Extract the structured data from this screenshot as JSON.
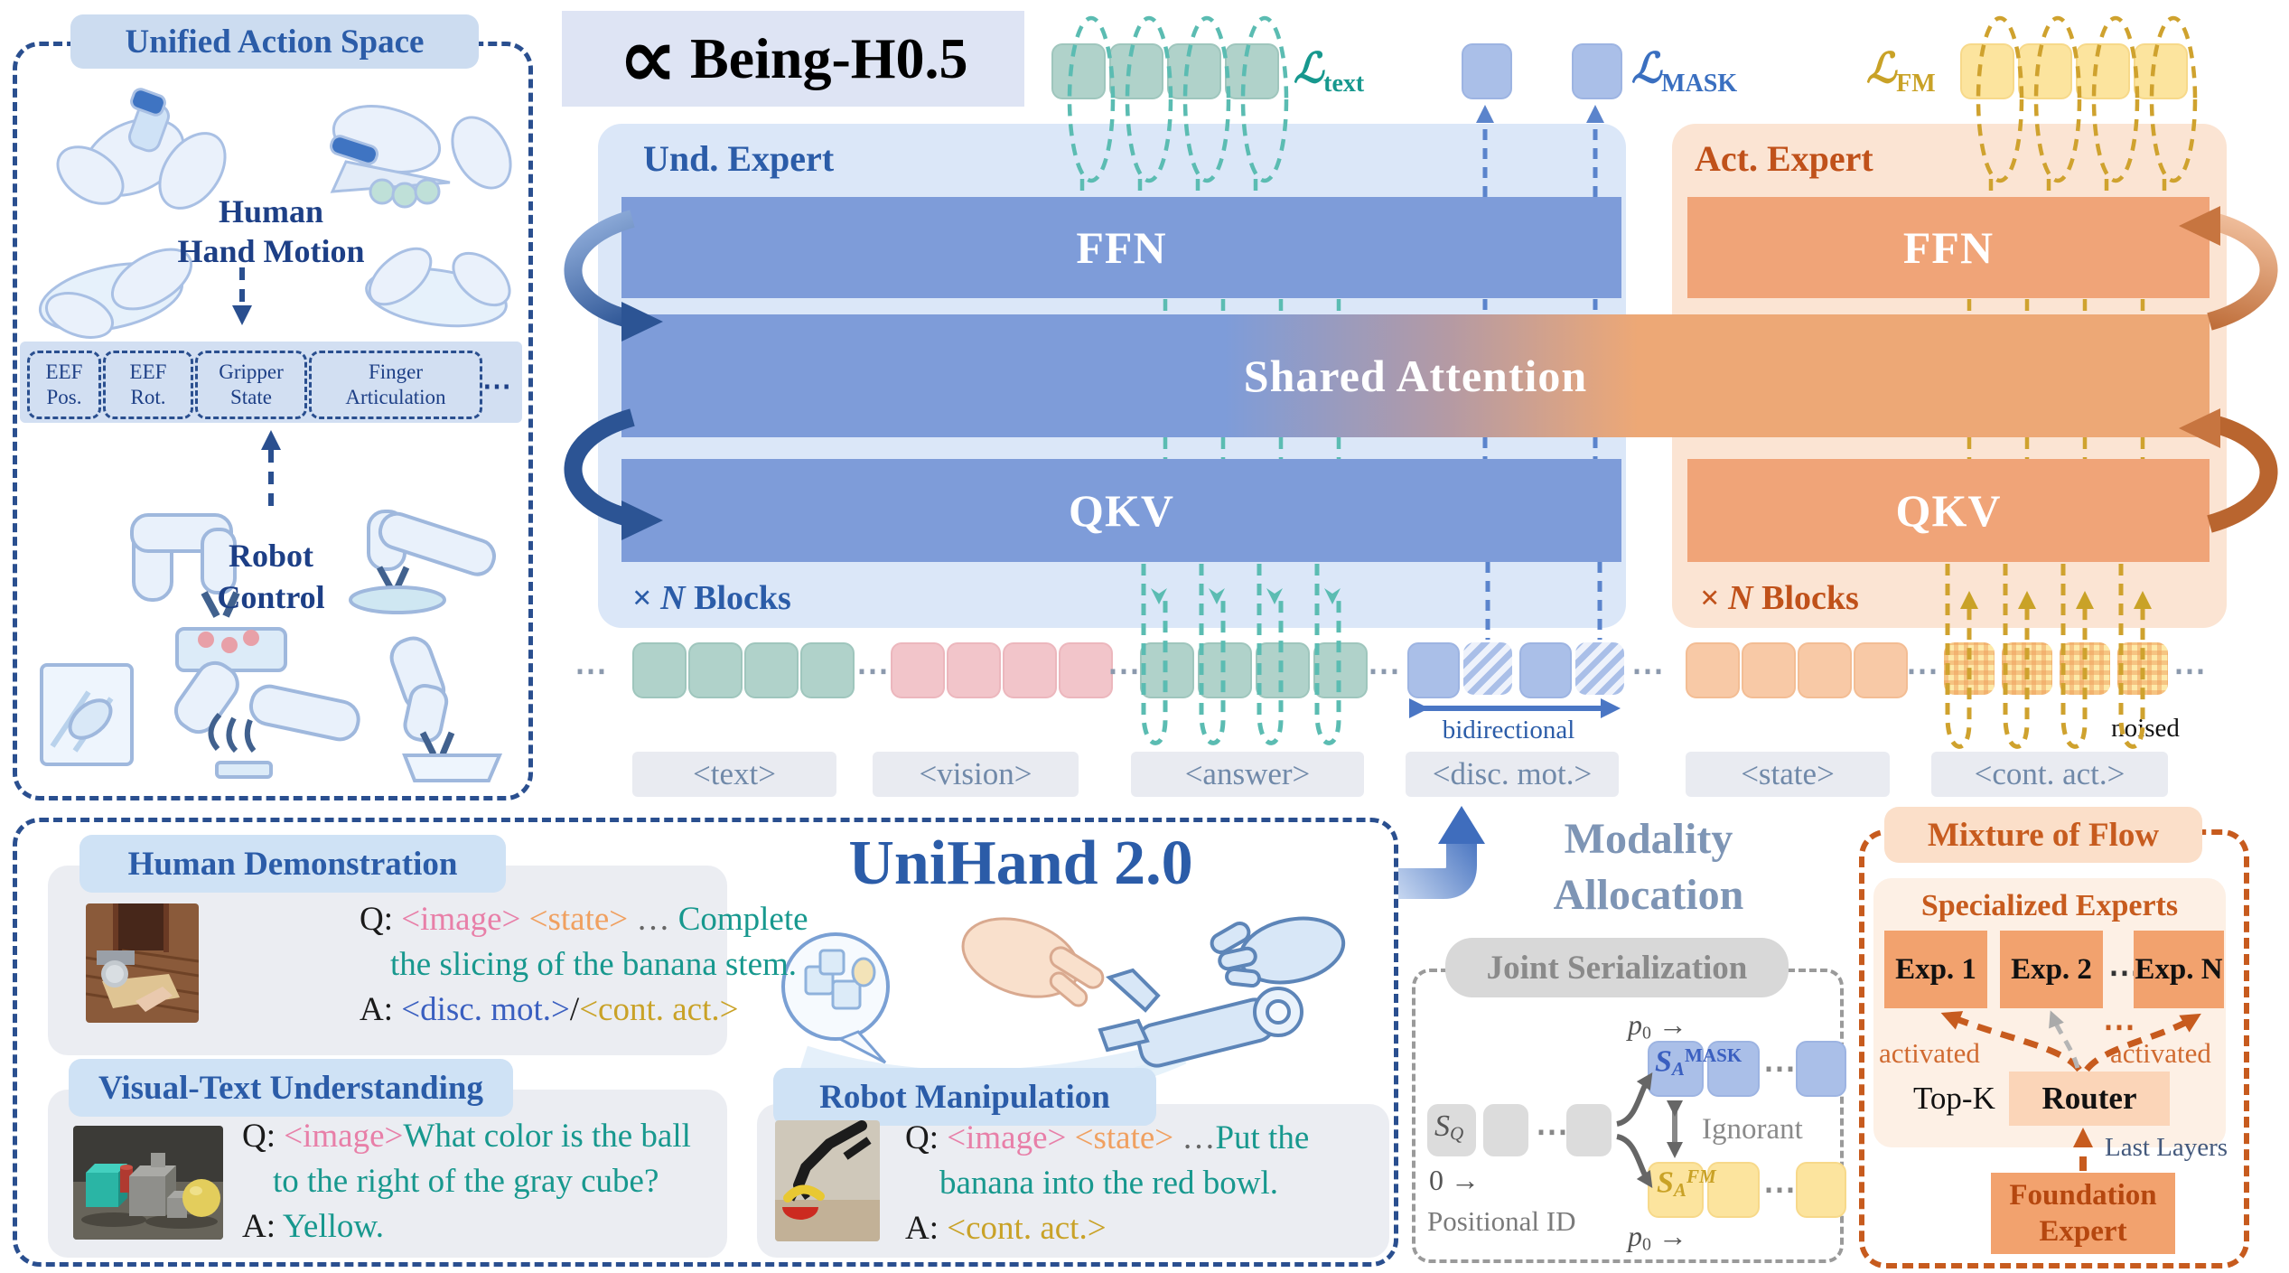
{
  "header": {
    "logo_glyph": "∝",
    "title": "Being-H0.5"
  },
  "left_panel": {
    "title": "Unified Action Space",
    "human_line1": "Human",
    "human_line2": "Hand Motion",
    "action_boxes": [
      {
        "l1": "EEF",
        "l2": "Pos."
      },
      {
        "l1": "EEF",
        "l2": "Rot."
      },
      {
        "l1": "Gripper",
        "l2": "State"
      },
      {
        "l1": "Finger",
        "l2": "Articulation"
      }
    ],
    "ellipsis": "⋯",
    "robot_line1": "Robot",
    "robot_line2": "Control"
  },
  "experts": {
    "und_label": "Und. Expert",
    "act_label": "Act. Expert",
    "ffn": "FFN",
    "qkv": "QKV",
    "shared": "Shared Attention",
    "times": "×",
    "n": "N",
    "blocks": "Blocks"
  },
  "losses": {
    "l": "ℒ",
    "text_sub": "text",
    "mask_sub": "MASK",
    "fm_sub": "FM"
  },
  "tokens": {
    "ellipsis": "⋯",
    "bidirectional": "bidirectional",
    "noised": "noised"
  },
  "modality_labels": [
    "<text>",
    "<vision>",
    "<answer>",
    "<disc. mot.>",
    "<state>",
    "<cont. act.>"
  ],
  "unihand": {
    "title": "UniHand 2.0"
  },
  "cards": {
    "human_demo": {
      "title": "Human Demonstration",
      "q": "Q:",
      "image_tok": "<image>",
      "state_tok": "<state>",
      "dots": "…",
      "q1": "Complete",
      "q2": "the slicing of  the banana stem.",
      "a": "A:",
      "disc_tok": "<disc. mot.>",
      "slash": "/",
      "cont_tok": "<cont. act.>"
    },
    "visual_text": {
      "title": "Visual-Text Understanding",
      "q": "Q:",
      "image_tok": "<image>",
      "q1": "What color is the ball",
      "q2": "to the right of  the gray cube?",
      "a": "A:",
      "answer": "Yellow."
    },
    "robot_manip": {
      "title": "Robot Manipulation",
      "q": "Q:",
      "image_tok": "<image>",
      "state_tok": "<state>",
      "dots": "…",
      "q1": "Put the",
      "q2": "banana into the red bowl.",
      "a": "A:",
      "cont_tok": "<cont. act.>"
    }
  },
  "modality_allocation": {
    "title_line1": "Modality",
    "title_line2": "Allocation",
    "joint_serialization": "Joint Serialization",
    "s": "S",
    "q_sub": "Q",
    "a_sub": "A",
    "mask_sup": "MASK",
    "fm_sup": "FM",
    "zero": "0",
    "arrow": "→",
    "p": "p",
    "p_sub": "0",
    "positional_id": "Positional ID",
    "ignorant": "Ignorant",
    "dots": "⋯"
  },
  "mixture_of_flow": {
    "title": "Mixture of Flow",
    "specialized": "Specialized Experts",
    "exp1": "Exp. 1",
    "exp2": "Exp. 2",
    "exp_dots": "⋯",
    "expn": "Exp. N",
    "activated_left": "activated",
    "activated_right": "activated",
    "arrow_dots": "⋯",
    "top_k": "Top-K",
    "router": "Router",
    "last_layers": "Last Layers",
    "foundation_line1": "Foundation",
    "foundation_line2": "Expert"
  },
  "colors": {
    "dark_blue": "#2a4f8f",
    "und_text": "#2b5ca8",
    "und_block": "#7e9cd9",
    "und_panel": "#dbe7f8",
    "act_text": "#c0511a",
    "act_block": "#f0a478",
    "act_panel": "#fbe4d3",
    "teal": "#17988e",
    "gold": "#c9a227",
    "mask_blue": "#3a6fc0",
    "mof_orange": "#c75b1e",
    "steel": "#7e95b5"
  }
}
